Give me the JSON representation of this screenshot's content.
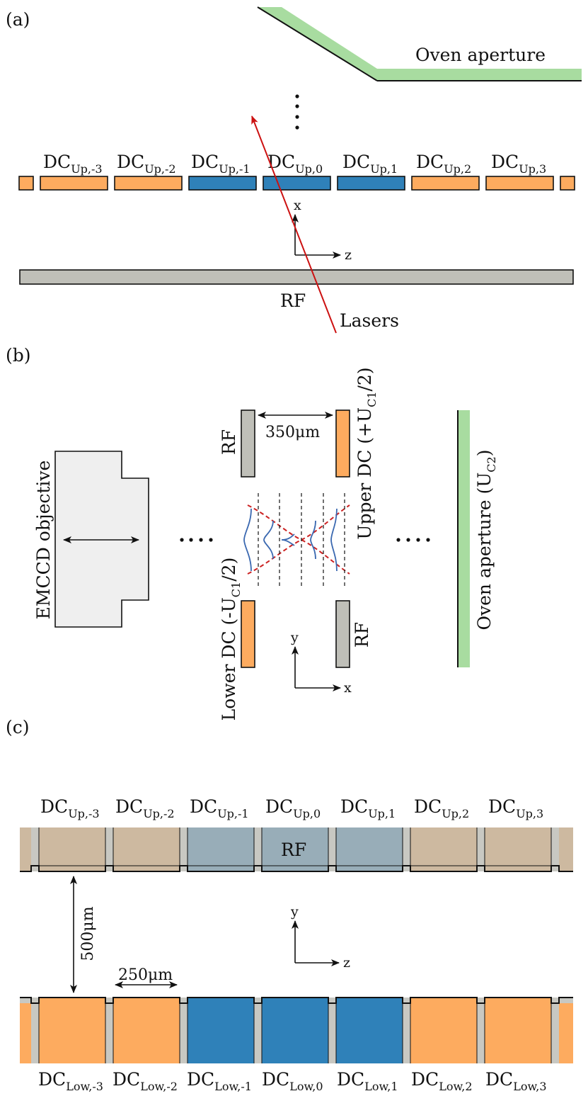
{
  "colors": {
    "orange": "#fdab5f",
    "blue": "#2f81b9",
    "gray_rf": "#bfbfb8",
    "green": "#a8dca0",
    "objective_fill": "#efefef",
    "tan": "#cdb9a0",
    "steel": "#98adb8",
    "laser": "#cc1111",
    "wave": "#3a68b0",
    "dashed_red": "#cc2222"
  },
  "panel_a": {
    "label": "(a)",
    "oven_label": "Oven aperture",
    "rf_label": "RF",
    "lasers_label": "Lasers",
    "axis_x": "x",
    "axis_z": "z",
    "upper_electrodes": [
      {
        "base": "DC",
        "sub": "Up,-3",
        "color": "orange"
      },
      {
        "base": "DC",
        "sub": "Up,-2",
        "color": "orange"
      },
      {
        "base": "DC",
        "sub": "Up,-1",
        "color": "blue"
      },
      {
        "base": "DC",
        "sub": "Up,0",
        "color": "blue"
      },
      {
        "base": "DC",
        "sub": "Up,1",
        "color": "blue"
      },
      {
        "base": "DC",
        "sub": "Up,2",
        "color": "orange"
      },
      {
        "base": "DC",
        "sub": "Up,3",
        "color": "orange"
      }
    ]
  },
  "panel_b": {
    "label": "(b)",
    "objective_label": "EMCCD objective",
    "rf_top": "RF",
    "rf_bottom": "RF",
    "upper_dc": {
      "text": "Upper DC (+U",
      "sub": "C1",
      "tail": "/2)"
    },
    "lower_dc": {
      "text": "Lower DC (-U",
      "sub": "C1",
      "tail": "/2)"
    },
    "oven": {
      "text": "Oven aperture (U",
      "sub": "C2",
      "tail": ")"
    },
    "gap_label": "350μm",
    "axis_y": "y",
    "axis_x": "x"
  },
  "panel_c": {
    "label": "(c)",
    "rf_label": "RF",
    "gap_label": "500μm",
    "width_label": "250μm",
    "axis_y": "y",
    "axis_z": "z",
    "upper_electrodes": [
      {
        "base": "DC",
        "sub": "Up,-3",
        "color": "tan"
      },
      {
        "base": "DC",
        "sub": "Up,-2",
        "color": "tan"
      },
      {
        "base": "DC",
        "sub": "Up,-1",
        "color": "steel"
      },
      {
        "base": "DC",
        "sub": "Up,0",
        "color": "steel"
      },
      {
        "base": "DC",
        "sub": "Up,1",
        "color": "steel"
      },
      {
        "base": "DC",
        "sub": "Up,2",
        "color": "tan"
      },
      {
        "base": "DC",
        "sub": "Up,3",
        "color": "tan"
      }
    ],
    "lower_electrodes": [
      {
        "base": "DC",
        "sub": "Low,-3",
        "color": "orange"
      },
      {
        "base": "DC",
        "sub": "Low,-2",
        "color": "orange"
      },
      {
        "base": "DC",
        "sub": "Low,-1",
        "color": "blue"
      },
      {
        "base": "DC",
        "sub": "Low,0",
        "color": "blue"
      },
      {
        "base": "DC",
        "sub": "Low,1",
        "color": "blue"
      },
      {
        "base": "DC",
        "sub": "Low,2",
        "color": "orange"
      },
      {
        "base": "DC",
        "sub": "Low,3",
        "color": "orange"
      }
    ]
  }
}
